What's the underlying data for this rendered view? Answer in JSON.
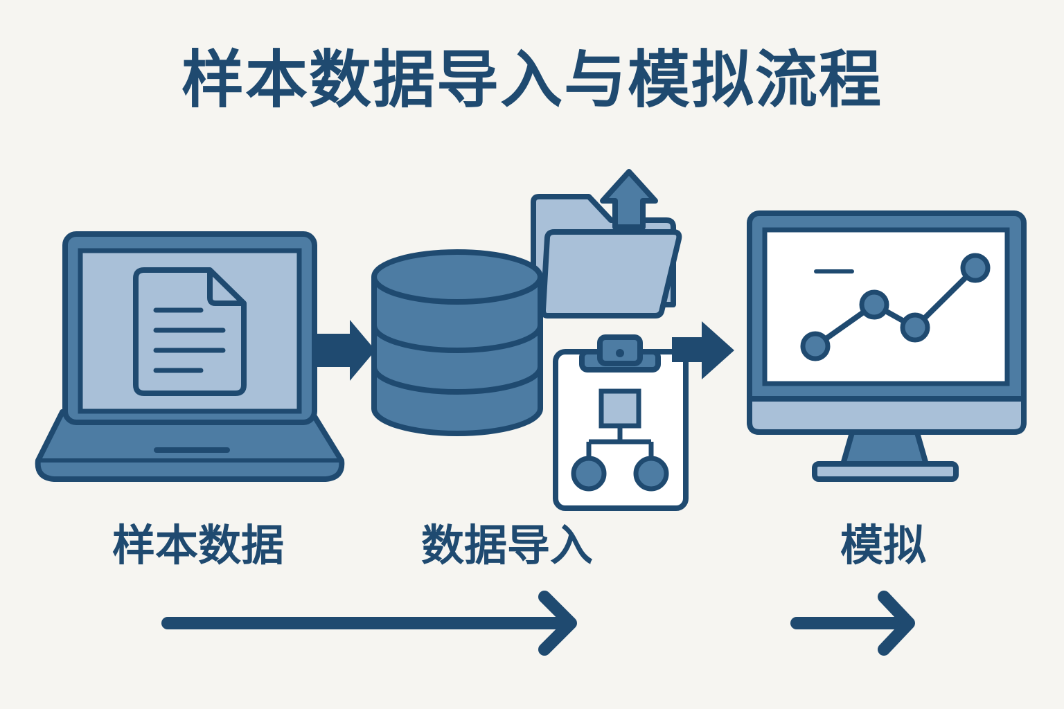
{
  "title": "样本数据导入与模拟流程",
  "steps": [
    {
      "label": "样本数据",
      "icon": "laptop-document-icon"
    },
    {
      "label": "数据导入",
      "icon": "database-folder-clipboard-icon"
    },
    {
      "label": "模拟",
      "icon": "monitor-line-chart-icon"
    }
  ],
  "colors": {
    "background": "#f6f5f1",
    "dark_blue": "#1f4a70",
    "mid_blue": "#4d7ca3",
    "light_blue": "#a9c0d8",
    "white": "#ffffff"
  }
}
